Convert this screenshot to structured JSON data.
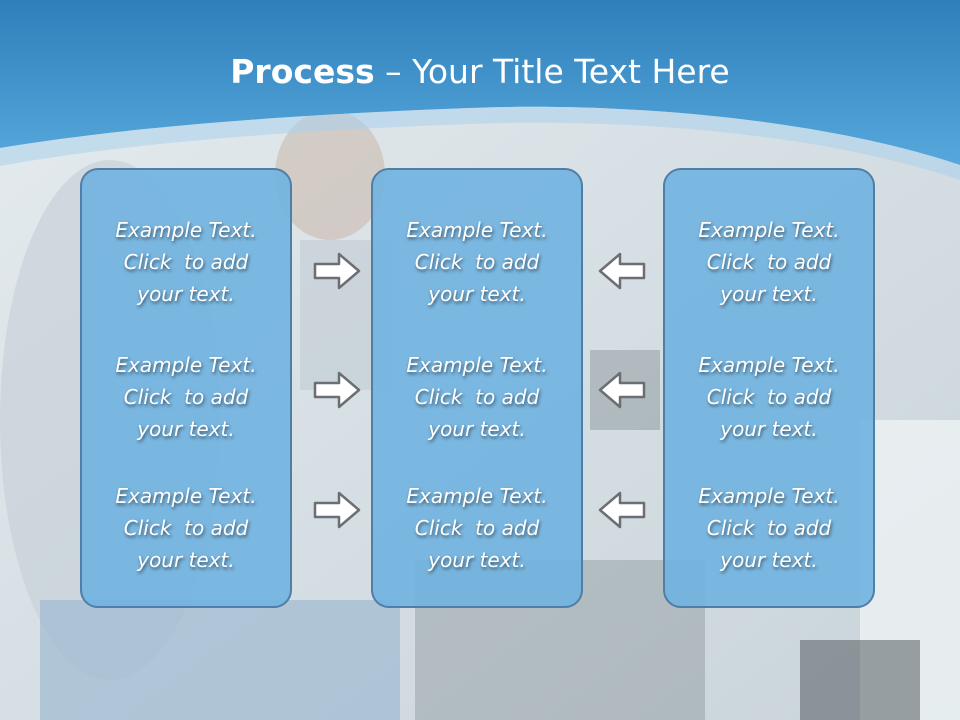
{
  "slide": {
    "title_bold": "Process",
    "title_rest": " – Your Title Text Here"
  },
  "panels": [
    {
      "items": [
        {
          "l1": "Example Text.",
          "l2": "Click  to add",
          "l3": "your text."
        },
        {
          "l1": "Example Text.",
          "l2": "Click  to add",
          "l3": "your text."
        },
        {
          "l1": "Example Text.",
          "l2": "Click  to add",
          "l3": "your text."
        }
      ]
    },
    {
      "items": [
        {
          "l1": "Example Text.",
          "l2": "Click  to add",
          "l3": "your text."
        },
        {
          "l1": "Example Text.",
          "l2": "Click  to add",
          "l3": "your text."
        },
        {
          "l1": "Example Text.",
          "l2": "Click  to add",
          "l3": "your text."
        }
      ]
    },
    {
      "items": [
        {
          "l1": "Example Text.",
          "l2": "Click  to add",
          "l3": "your text."
        },
        {
          "l1": "Example Text.",
          "l2": "Click  to add",
          "l3": "your text."
        },
        {
          "l1": "Example Text.",
          "l2": "Click  to add",
          "l3": "your text."
        }
      ]
    }
  ],
  "arrows": {
    "left_column": "right-arrow-icon",
    "right_column": "left-arrow-icon"
  },
  "colors": {
    "header_blue": "#3f93cc",
    "panel_fill": "#74b4e2",
    "panel_border": "#4f7ea6",
    "text": "#ffffff"
  }
}
